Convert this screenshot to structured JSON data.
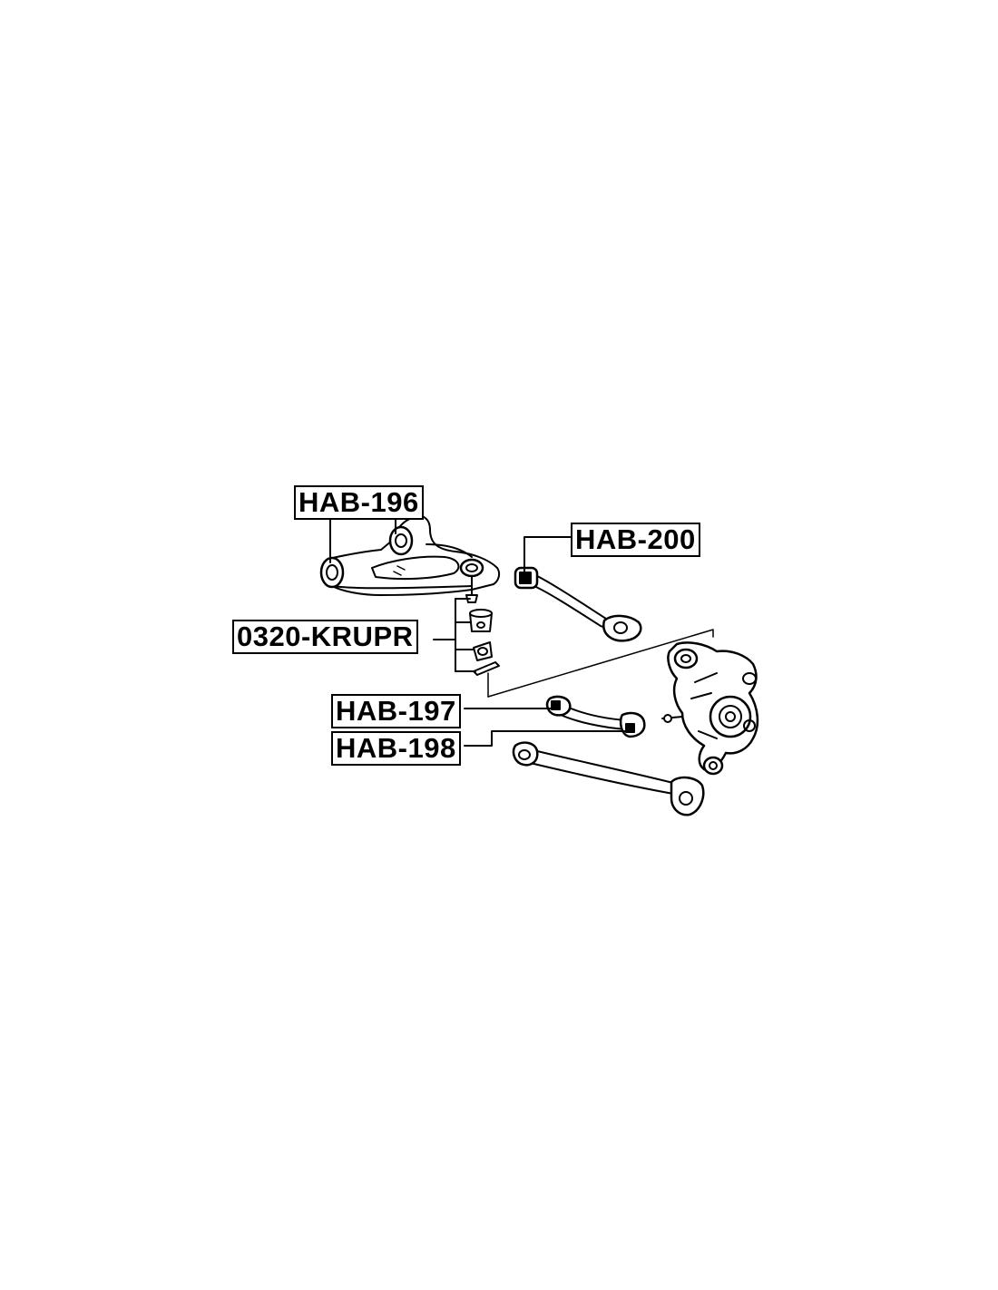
{
  "labels": {
    "hab196": "HAB-196",
    "hab200": "HAB-200",
    "krupr": "0320-KRUPR",
    "hab197": "HAB-197",
    "hab198": "HAB-198"
  },
  "colors": {
    "line": "#000000",
    "fill": "#ffffff",
    "background": "#ffffff"
  }
}
